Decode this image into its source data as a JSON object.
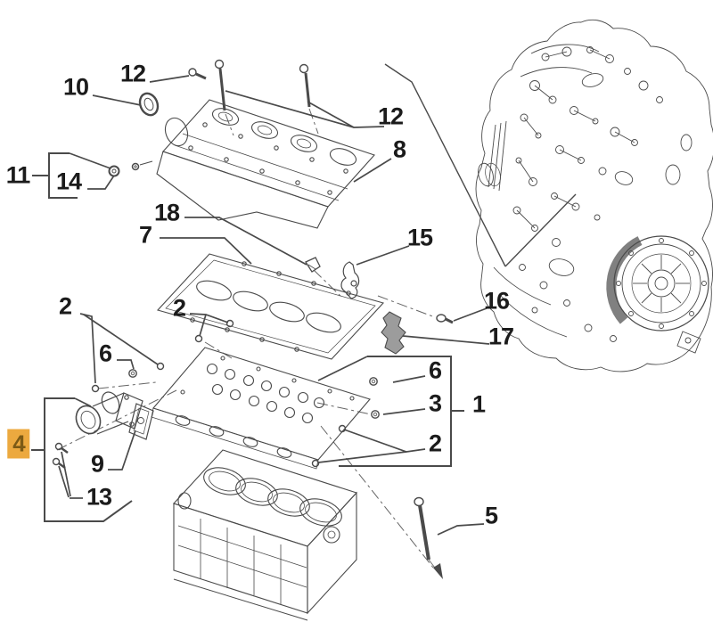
{
  "diagram": {
    "background": "#ffffff",
    "line_color": "#4a4a4a",
    "label_color": "#1b1b1b",
    "highlight": {
      "background": "#eca93f",
      "text": "#7c5a15"
    }
  },
  "callouts": [
    {
      "label": "10"
    },
    {
      "label": "12"
    },
    {
      "label": "12"
    },
    {
      "label": "11"
    },
    {
      "label": "14"
    },
    {
      "label": "8"
    },
    {
      "label": "18"
    },
    {
      "label": "7"
    },
    {
      "label": "15"
    },
    {
      "label": "16"
    },
    {
      "label": "17"
    },
    {
      "label": "2"
    },
    {
      "label": "2"
    },
    {
      "label": "6"
    },
    {
      "label": "6"
    },
    {
      "label": "3"
    },
    {
      "label": "1"
    },
    {
      "label": "2"
    },
    {
      "label": "4",
      "highlighted": true
    },
    {
      "label": "9"
    },
    {
      "label": "13"
    },
    {
      "label": "5"
    }
  ]
}
